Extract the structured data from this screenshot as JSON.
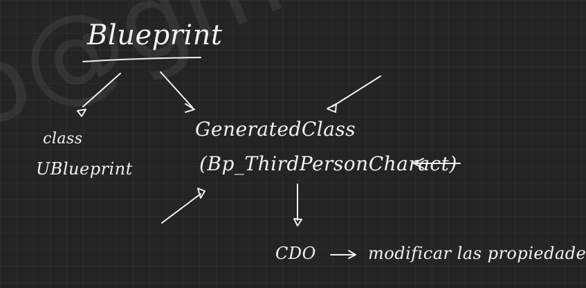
{
  "watermark": "o@gmail.com",
  "nodes": {
    "blueprint": "Blueprint",
    "class_keyword": "class",
    "ublueprint": "UBlueprint",
    "generated_class": "GeneratedClass",
    "bp_class": "(Bp_ThirdPersonCharact)",
    "cdo": "CDO",
    "cdo_note": "modificar las propiedades"
  },
  "colors": {
    "background": "#242424",
    "ink": "#f2f2f2"
  }
}
